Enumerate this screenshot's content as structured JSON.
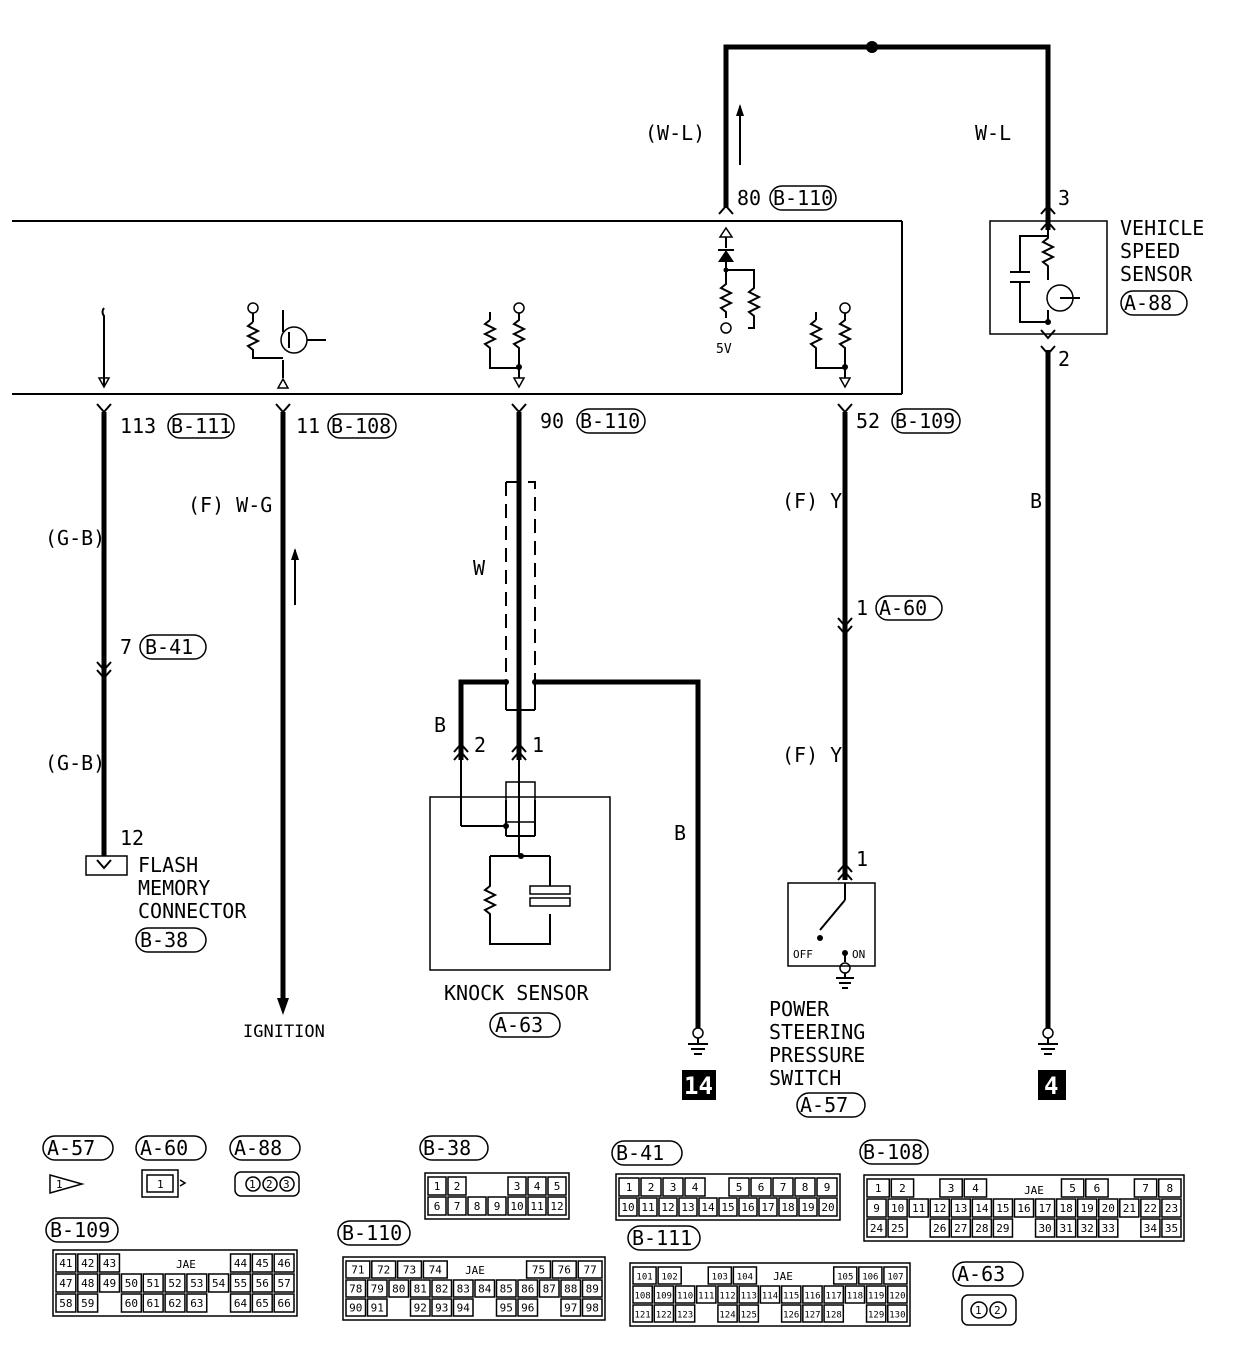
{
  "wires": {
    "top_left_color": "(W-L)",
    "top_right_color": "W-L",
    "pin113": "113",
    "pin11": "11",
    "pin90": "90",
    "pin52": "52",
    "pin80": "80",
    "conn_b111": "B-111",
    "conn_b108": "B-108",
    "conn_b110": "B-110",
    "conn_b109": "B-109",
    "gb1": "(G-B)",
    "gb2": "(G-B)",
    "pin7": "7",
    "conn_b41": "B-41",
    "fwg": "(F) W-G",
    "w": "W",
    "fy1": "(F) Y",
    "fy2": "(F) Y",
    "pin1_a60": "1",
    "conn_a60": "A-60",
    "b_knock": "B",
    "b_ground": "B",
    "b_speed": "B",
    "pin2_ks": "2",
    "pin1_ks": "1",
    "pin1_ps": "1",
    "pin3_vss": "3",
    "pin2_vss": "2",
    "pin12": "12",
    "fivev": "5V"
  },
  "components": {
    "vss_title_1": "VEHICLE",
    "vss_title_2": "SPEED",
    "vss_title_3": "SENSOR",
    "vss_conn": "A-88",
    "flash_1": "FLASH",
    "flash_2": "MEMORY",
    "flash_3": "CONNECTOR",
    "flash_conn": "B-38",
    "ignition": "IGNITION",
    "knock_title": "KNOCK SENSOR",
    "knock_conn": "A-63",
    "ps_1": "POWER",
    "ps_2": "STEERING",
    "ps_3": "PRESSURE",
    "ps_4": "SWITCH",
    "ps_conn": "A-57",
    "off": "OFF",
    "on": "ON",
    "ground_14": "14",
    "ground_4": "4"
  },
  "connectors": {
    "a57": "A-57",
    "a60": "A-60",
    "a88": "A-88",
    "b38": "B-38",
    "b41": "B-41",
    "b108": "B-108",
    "b109": "B-109",
    "b110": "B-110",
    "b111": "B-111",
    "a63": "A-63",
    "jae": "JAE",
    "a57_pins": [
      "1"
    ],
    "a60_pins": [
      "1"
    ],
    "a88_pins": [
      "1",
      "2",
      "3"
    ],
    "a63_pins": [
      "1",
      "2"
    ],
    "b38_rows": [
      [
        "1",
        "2",
        "",
        "",
        "3",
        "4",
        "5"
      ],
      [
        "6",
        "7",
        "8",
        "9",
        "10",
        "11",
        "12"
      ]
    ],
    "b41_rows": [
      [
        "1",
        "2",
        "3",
        "4",
        "",
        "5",
        "6",
        "7",
        "8",
        "9"
      ],
      [
        "10",
        "11",
        "12",
        "13",
        "14",
        "15",
        "16",
        "17",
        "18",
        "19",
        "20"
      ]
    ],
    "b108_rows": [
      [
        "1",
        "2",
        "",
        "3",
        "4",
        "",
        "",
        "",
        "5",
        "6",
        "",
        "7",
        "8"
      ],
      [
        "9",
        "10",
        "11",
        "12",
        "13",
        "14",
        "15",
        "16",
        "17",
        "18",
        "19",
        "20",
        "21",
        "22",
        "23"
      ],
      [
        "24",
        "25",
        "",
        "26",
        "27",
        "28",
        "29",
        "",
        "30",
        "31",
        "32",
        "33",
        "",
        "34",
        "35"
      ]
    ],
    "b109_rows": [
      [
        "41",
        "42",
        "43",
        "",
        "",
        "",
        "",
        "",
        "44",
        "45",
        "46"
      ],
      [
        "47",
        "48",
        "49",
        "50",
        "51",
        "52",
        "53",
        "54",
        "55",
        "56",
        "57"
      ],
      [
        "58",
        "59",
        "",
        "60",
        "61",
        "62",
        "63",
        "",
        "64",
        "65",
        "66"
      ]
    ],
    "b110_rows": [
      [
        "71",
        "72",
        "73",
        "74",
        "",
        "",
        "",
        "75",
        "76",
        "77"
      ],
      [
        "78",
        "79",
        "80",
        "81",
        "82",
        "83",
        "84",
        "85",
        "86",
        "87",
        "88",
        "89"
      ],
      [
        "90",
        "91",
        "",
        "92",
        "93",
        "94",
        "",
        "95",
        "96",
        "",
        "97",
        "98"
      ]
    ],
    "b111_rows": [
      [
        "101",
        "102",
        "",
        "103",
        "104",
        "",
        "",
        "",
        "105",
        "106",
        "107"
      ],
      [
        "108",
        "109",
        "110",
        "111",
        "112",
        "113",
        "114",
        "115",
        "116",
        "117",
        "118",
        "119",
        "120"
      ],
      [
        "121",
        "122",
        "123",
        "",
        "124",
        "125",
        "",
        "126",
        "127",
        "128",
        "",
        "129",
        "130"
      ]
    ]
  }
}
